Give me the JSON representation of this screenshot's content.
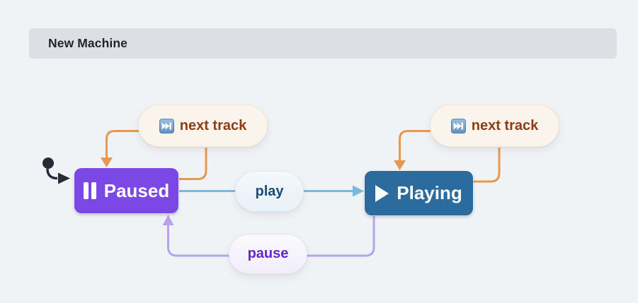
{
  "machine": {
    "title": "New Machine",
    "states": {
      "paused": {
        "label": "Paused",
        "color": "#7C48E5",
        "icon": "pause-icon"
      },
      "playing": {
        "label": "Playing",
        "color": "#2B6B9E",
        "icon": "play-icon"
      }
    },
    "events": {
      "next_track_from_paused": {
        "label": "next track",
        "icon": "next-track-emoji",
        "text_color": "#8F3D12",
        "arrow_color": "#E9974F"
      },
      "play": {
        "label": "play",
        "text_color": "#1D4A78",
        "arrow_color": "#7BB8DE"
      },
      "pause": {
        "label": "pause",
        "text_color": "#6526CC",
        "arrow_color": "#B9A2EC"
      },
      "next_track_from_playing": {
        "label": "next track",
        "icon": "next-track-emoji",
        "text_color": "#8F3D12",
        "arrow_color": "#E9974F"
      }
    },
    "transitions": [
      {
        "from": "(initial)",
        "event": "",
        "to": "Paused"
      },
      {
        "from": "Paused",
        "event": "next track",
        "to": "Paused"
      },
      {
        "from": "Paused",
        "event": "play",
        "to": "Playing"
      },
      {
        "from": "Playing",
        "event": "pause",
        "to": "Paused"
      },
      {
        "from": "Playing",
        "event": "next track",
        "to": "Playing"
      }
    ],
    "colors": {
      "background": "#F0F3F6",
      "header_bg": "#DCDFE3",
      "header_text": "#20252E",
      "initial_marker": "#262B36"
    }
  }
}
